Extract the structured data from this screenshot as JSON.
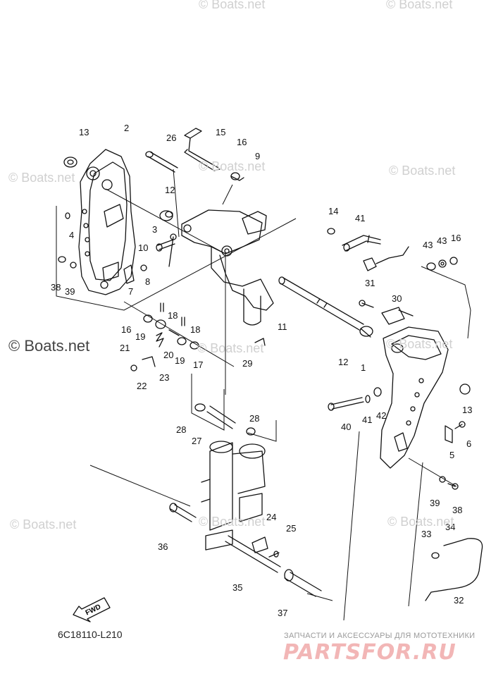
{
  "watermarks": [
    {
      "text": "© Boats.net",
      "big": false
    },
    {
      "text": "© Boats.net",
      "big": false
    },
    {
      "text": "© Boats.net",
      "big": false
    },
    {
      "text": "© Boats.net",
      "big": false
    },
    {
      "text": "© Boats.net",
      "big": true
    },
    {
      "text": "© Boats.net",
      "big": false
    },
    {
      "text": "© Boats.net",
      "big": false
    },
    {
      "text": "© Boats.net",
      "big": false
    },
    {
      "text": "© Boats.net",
      "big": false
    },
    {
      "text": "© Boats.net",
      "big": false
    },
    {
      "text": "© Boats.net",
      "big": false
    }
  ],
  "fwd_label": "FWD",
  "diagram_code": "6C18110-L210",
  "shop_tagline": "ЗАПЧАСТИ И АКСЕССУАРЫ ДЛЯ МОТОТЕХНИКИ",
  "brand": "PARTSFOR.RU",
  "callouts": [
    "13",
    "2",
    "26",
    "15",
    "16",
    "9",
    "12",
    "3",
    "10",
    "4",
    "38",
    "39",
    "7",
    "8",
    "16",
    "14",
    "41",
    "43",
    "43",
    "16",
    "19",
    "18",
    "18",
    "21",
    "20",
    "19",
    "17",
    "22",
    "23",
    "11",
    "31",
    "30",
    "12",
    "1",
    "29",
    "40",
    "41",
    "42",
    "13",
    "6",
    "5",
    "28",
    "27",
    "28",
    "39",
    "38",
    "36",
    "24",
    "25",
    "34",
    "33",
    "35",
    "37",
    "32"
  ]
}
